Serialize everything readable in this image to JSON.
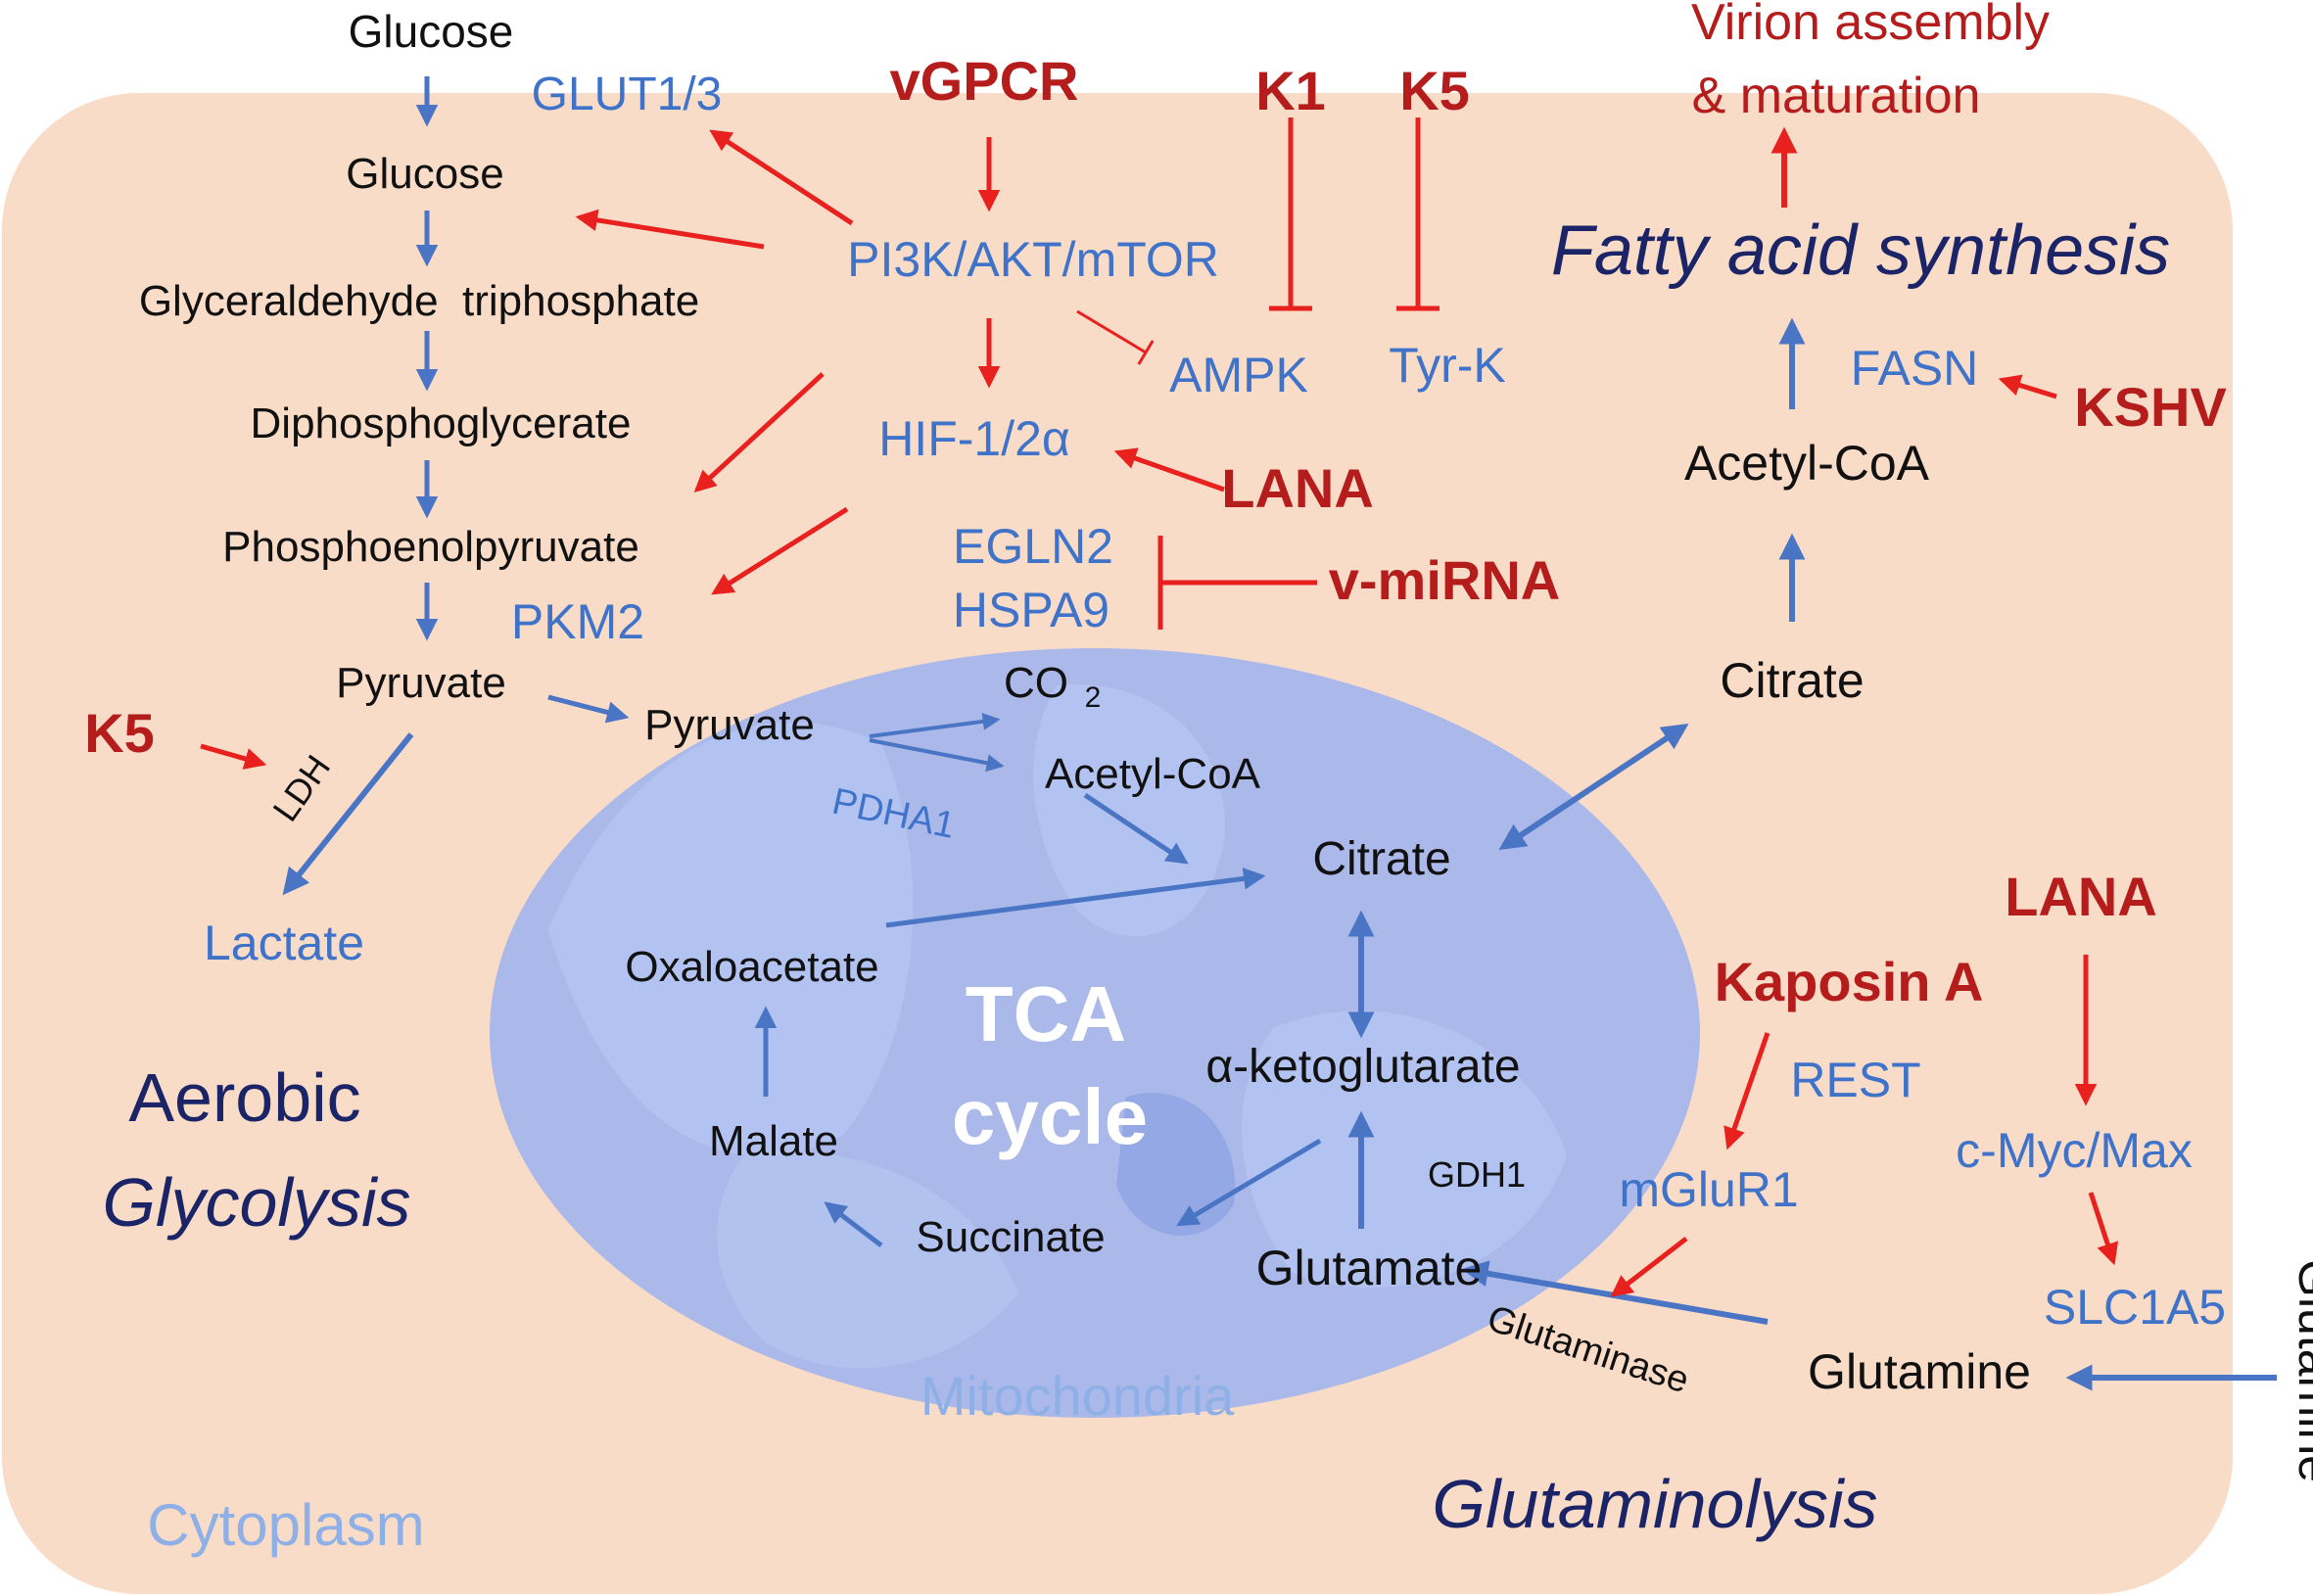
{
  "colors": {
    "cytoplasm_fill": "#f9dcc8",
    "mito_fill": "#9cb3ee",
    "mito_inner": "#7d98e3",
    "blue_text": "#3f73c9",
    "red_text": "#b51c1c",
    "red_arrow": "#e8211f",
    "blue_arrow": "#4a75c4",
    "black_text": "#111111",
    "navy_title": "#1a2466",
    "pale_label": "#8fb0e6",
    "tca_label": "#ffffff"
  },
  "regions": {
    "cytoplasm": "Cytoplasm",
    "mitochondria": "Mitochondria",
    "tca": [
      "TCA",
      "cycle"
    ]
  },
  "pathways": {
    "aerobic": "Aerobic",
    "glycolysis": "Glycolysis",
    "fatty_acid": "Fatty acid synthesis",
    "glutaminolysis": "Glutaminolysis",
    "virion": [
      "Virion assembly",
      "& maturation"
    ]
  },
  "metabolites": {
    "glucose_out": "Glucose",
    "glucose_in": "Glucose",
    "g3p": "Glyceraldehyde  triphosphate",
    "dpg": "Diphosphoglycerate",
    "pep": "Phosphoenolpyruvate",
    "pyruvate_cyto": "Pyruvate",
    "pyruvate_mito": "Pyruvate",
    "co2": "CO",
    "co2_sub": "2",
    "acetyl_coa_mito": "Acetyl-CoA",
    "citrate_mito": "Citrate",
    "oxaloacetate": "Oxaloacetate",
    "akg": "α-ketoglutarate",
    "malate": "Malate",
    "succinate": "Succinate",
    "glutamate": "Glutamate",
    "glutamine_cyto": "Glutamine",
    "glutamine_out": "Glutamine",
    "citrate_cyto": "Citrate",
    "acetyl_coa_cyto": "Acetyl-CoA"
  },
  "enzymes": {
    "glut": "GLUT1/3",
    "pi3k": "PI3K/AKT/mTOR",
    "ampk": "AMPK",
    "tyrk": "Tyr-K",
    "hif": "HIF-1/2α",
    "egln2": "EGLN2",
    "hspa9": "HSPA9",
    "pkm2": "PKM2",
    "ldh": "LDH",
    "lactate": "Lactate",
    "pdha1": "PDHA1",
    "gdh1": "GDH1",
    "glutaminase": "Glutaminase",
    "fasn": "FASN",
    "rest": "REST",
    "mglur1": "mGluR1",
    "cmyc": "c-Myc/Max",
    "slc1a5": "SLC1A5"
  },
  "viral": {
    "vgpcr": "vGPCR",
    "k1": "K1",
    "k5_top": "K5",
    "k5_left": "K5",
    "lana_mid": "LANA",
    "lana_right": "LANA",
    "vmirna": "v-miRNA",
    "kshv": "KSHV",
    "kaposin": "Kaposin A"
  }
}
